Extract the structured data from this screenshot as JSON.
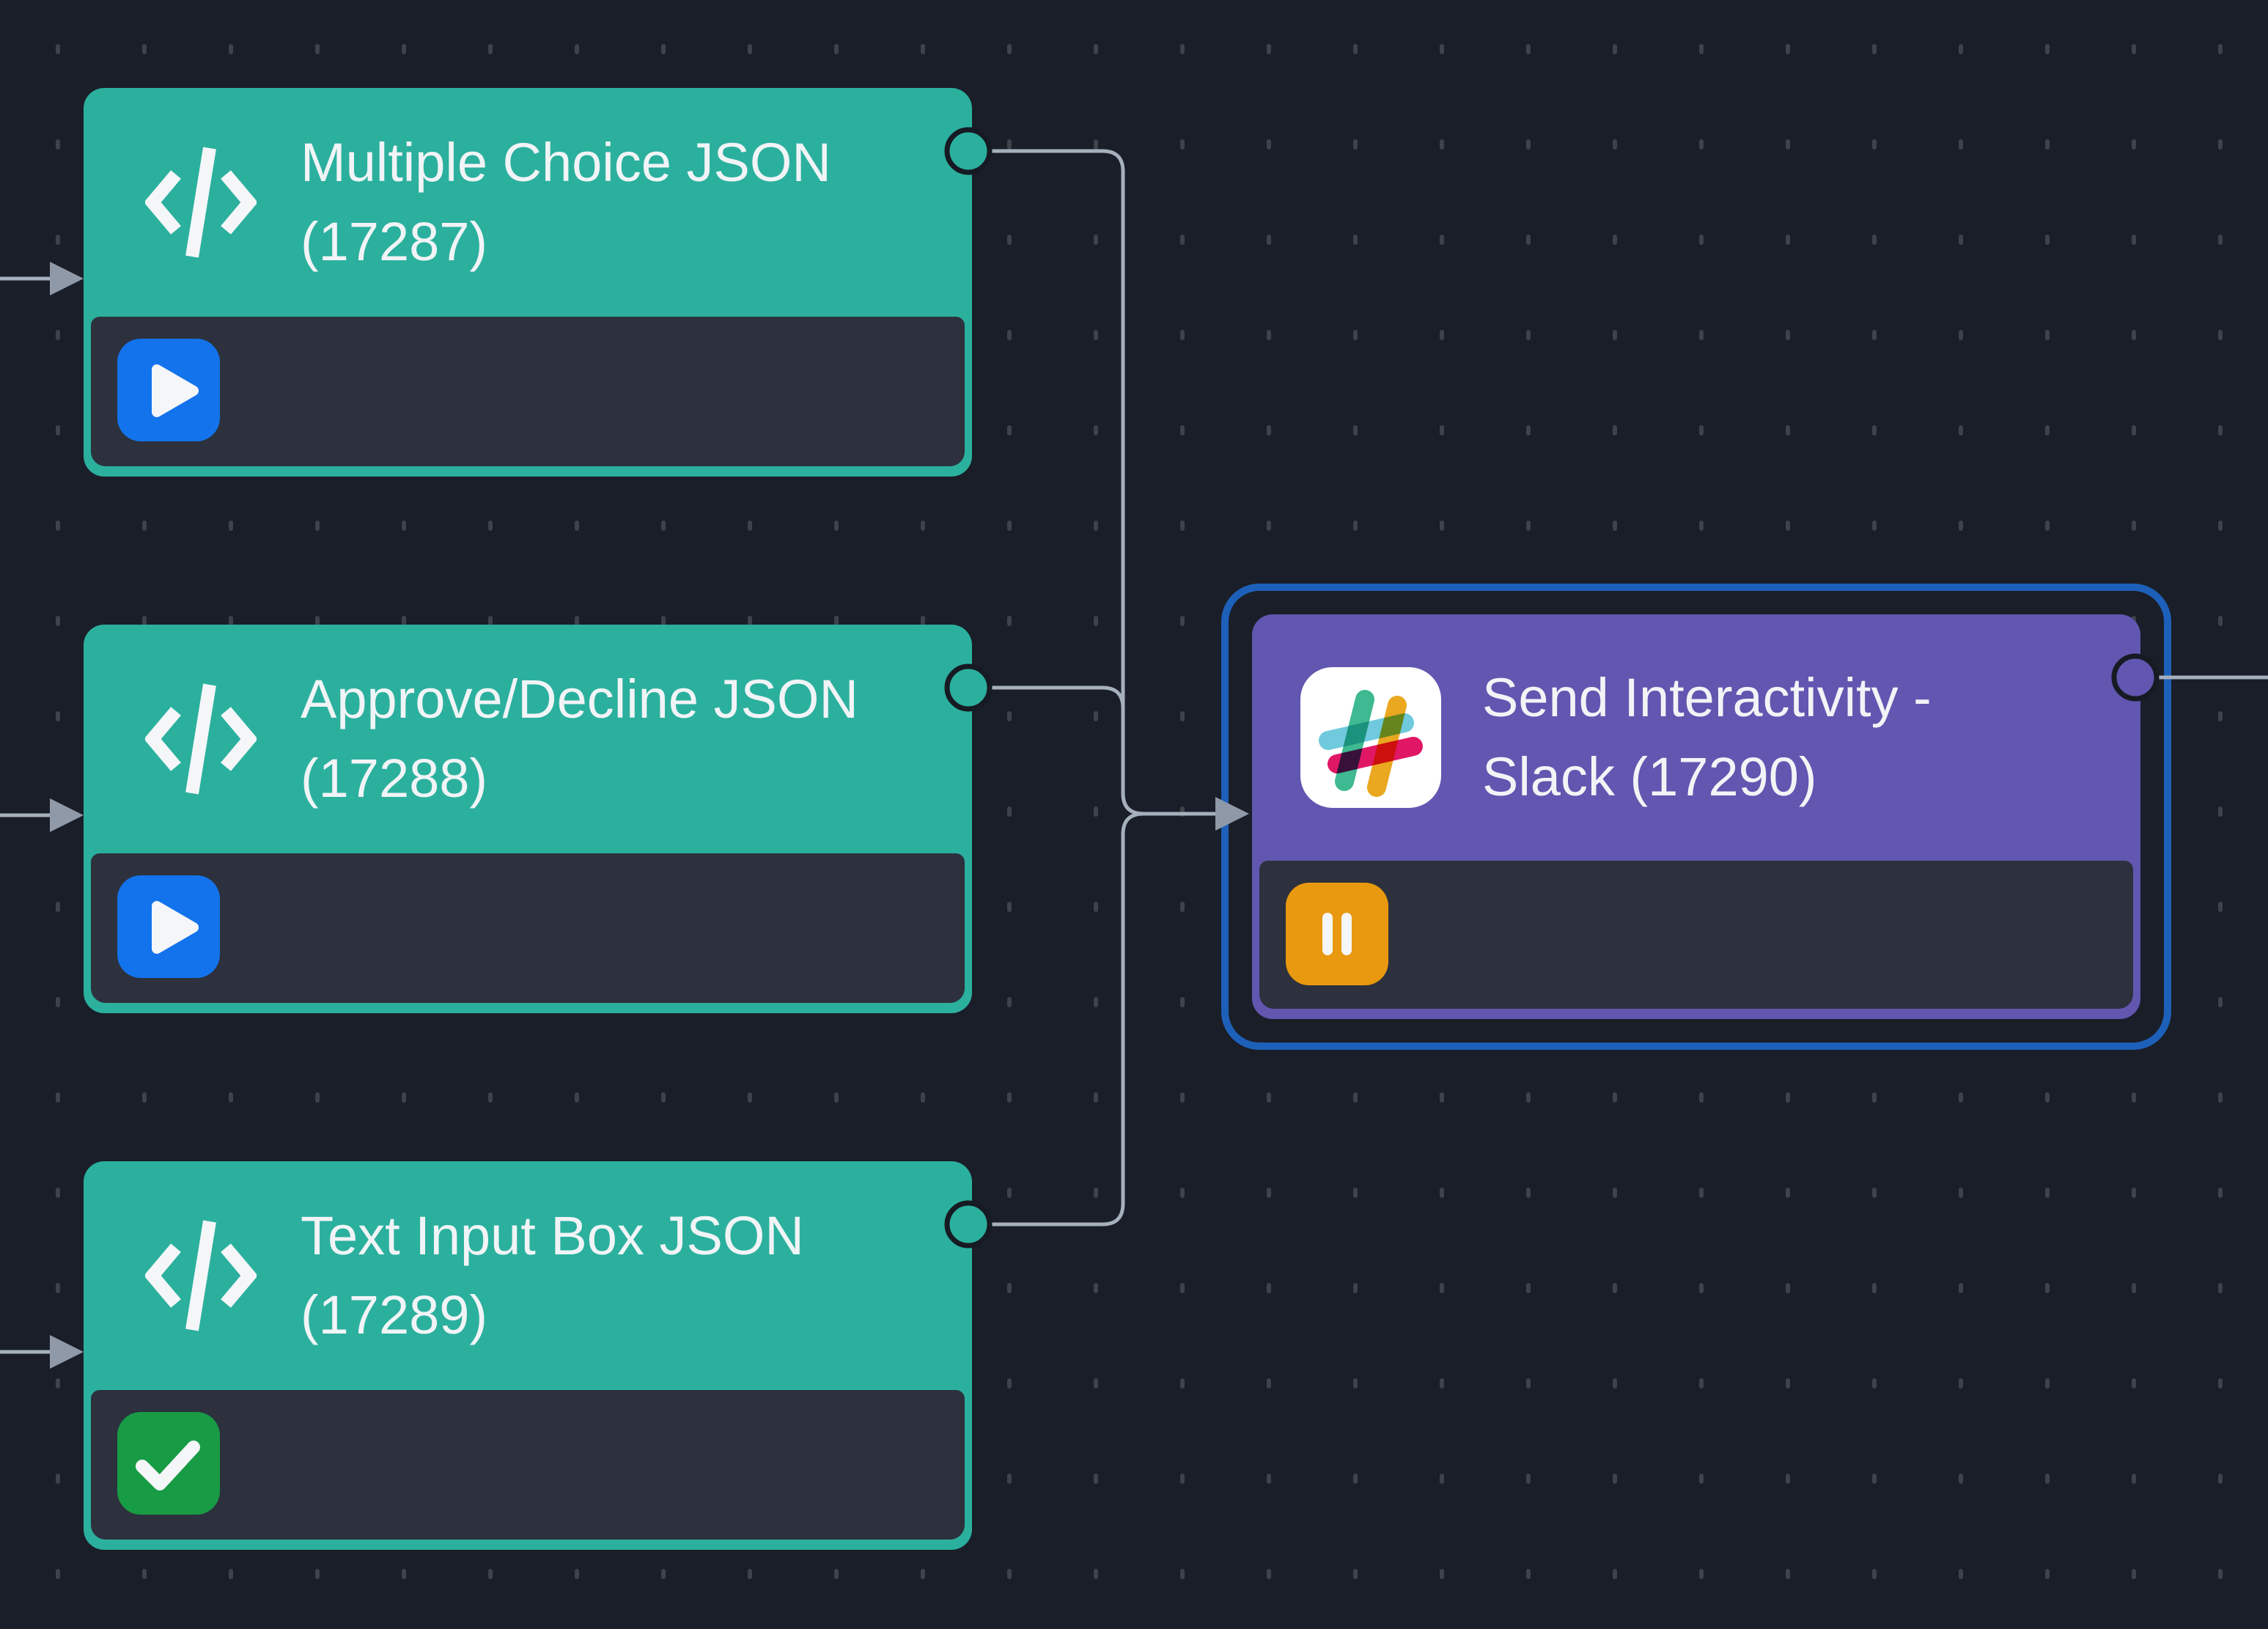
{
  "app": {
    "view": "workflow-editor-canvas"
  },
  "canvas": {
    "background_color": "#1a1e28",
    "dot_color": "#3d424b",
    "connector_color": "#a6b0bd",
    "arrowhead_color": "#8f99a8",
    "selection_color": "#1d60ba"
  },
  "nodes": [
    {
      "id": "multiple-choice-json-17287",
      "title_line1": "Multiple Choice JSON",
      "title_line2": "(17287)",
      "type_icon": "code-icon",
      "status_icon": "play-icon",
      "status_color": "#1373ec",
      "accent_color": "#2bb09e",
      "selected": false
    },
    {
      "id": "approve-decline-json-17288",
      "title_line1": "Approve/Decline JSON",
      "title_line2": "(17288)",
      "type_icon": "code-icon",
      "status_icon": "play-icon",
      "status_color": "#1373ec",
      "accent_color": "#2bb09e",
      "selected": false
    },
    {
      "id": "text-input-box-json-17289",
      "title_line1": "Text Input Box JSON",
      "title_line2": "(17289)",
      "type_icon": "code-icon",
      "status_icon": "check-icon",
      "status_color": "#189b45",
      "accent_color": "#2bb09e",
      "selected": false
    },
    {
      "id": "send-interactivity-slack-17290",
      "title_line1": "Send Interactivity -",
      "title_line2": "Slack (17290)",
      "type_icon": "slack-icon",
      "status_icon": "pause-icon",
      "status_color": "#e9990f",
      "accent_color": "#6156b0",
      "selected": true
    }
  ],
  "edges": [
    {
      "from": "offscreen-left",
      "to": "multiple-choice-json-17287"
    },
    {
      "from": "offscreen-left",
      "to": "approve-decline-json-17288"
    },
    {
      "from": "offscreen-left",
      "to": "text-input-box-json-17289"
    },
    {
      "from": "multiple-choice-json-17287",
      "to": "send-interactivity-slack-17290"
    },
    {
      "from": "approve-decline-json-17288",
      "to": "send-interactivity-slack-17290"
    },
    {
      "from": "text-input-box-json-17289",
      "to": "send-interactivity-slack-17290"
    },
    {
      "from": "send-interactivity-slack-17290",
      "to": "offscreen-right"
    }
  ],
  "slack_logo_colors": {
    "sky": "#6ecadc",
    "green": "#3eb991",
    "yellow": "#e9a820",
    "red": "#e01765"
  }
}
